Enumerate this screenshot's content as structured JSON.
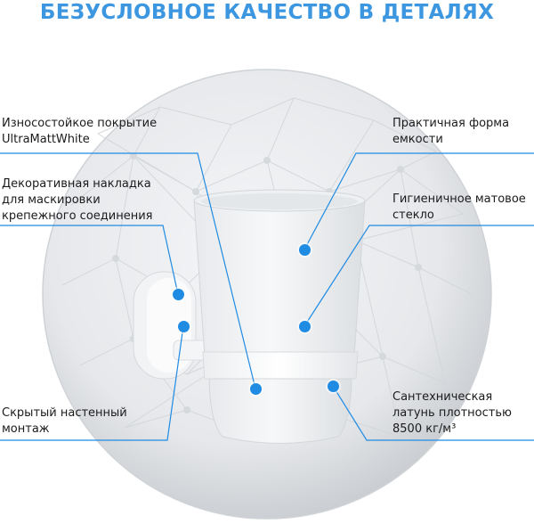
{
  "title": "БЕЗУСЛОВНОЕ КАЧЕСТВО В ДЕТАЛЯХ",
  "accent_color": "#3c97e0",
  "line_color": "#1f8be3",
  "labels": {
    "coating": [
      "Износостойкое покрытие",
      "UltraMattWhite"
    ],
    "cover": [
      "Декоративная накладка",
      "для маскировки",
      "крепежного соединения"
    ],
    "mount": [
      "Скрытый настенный",
      "монтаж"
    ],
    "shape": [
      "Практичная форма",
      "емкости"
    ],
    "glass": [
      "Гигиеничное матовое",
      "стекло"
    ],
    "brass": [
      "Сантехническая",
      "латунь плотностью",
      "8500 кг/м³"
    ]
  }
}
